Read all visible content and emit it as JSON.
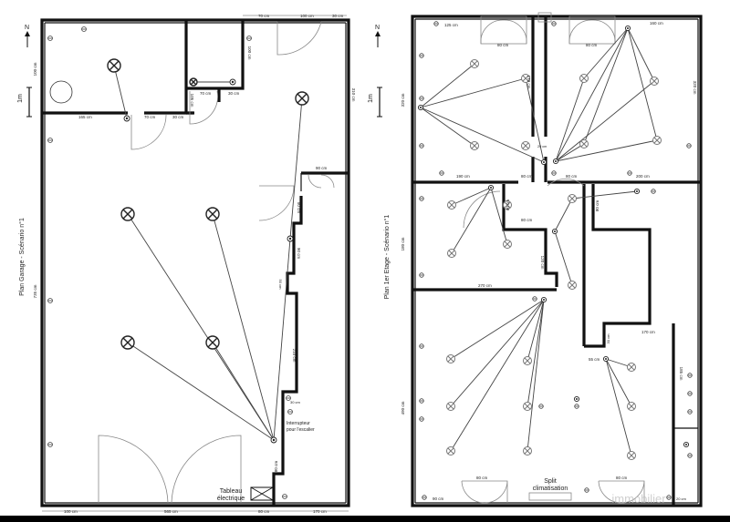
{
  "garage": {
    "title": "Plan Garage - Scénario n°1",
    "north": "N",
    "scale": "1m",
    "dims": {
      "top_70": "70 cm",
      "top_100": "100 cm",
      "top_30": "30 cm",
      "left_100": "100 cm",
      "r165": "165 cm",
      "r70a": "70 cm",
      "r30a": "30 cm",
      "c70": "70 cm",
      "c30": "30 cm",
      "v100": "100 cm",
      "v105": "105 cm",
      "right_310": "310 cm",
      "r90": "90 cm",
      "v80": "80 cm",
      "v90": "90 cm",
      "v50": "50 cm",
      "v210": "210 cm",
      "v30": "30 cm",
      "v80b": "80 cm",
      "left_735": "735 cm",
      "bot_100": "100 cm",
      "bot_565": "565 cm",
      "bot_80": "80 cm",
      "bot_170": "170 cm"
    },
    "labels": {
      "interrupteur": [
        "Interrupteur",
        "pour l'escalier"
      ],
      "tableau": [
        "Tableau",
        "électrique"
      ]
    }
  },
  "etage": {
    "title": "Plan 1er Etage - Scénario n°1",
    "north": "N",
    "scale": "1m",
    "dims": {
      "d125": "125 cm",
      "d80a": "80 cm",
      "d80b": "80 cm",
      "d160": "160 cm",
      "v320a": "320 cm",
      "v170": "170 cm",
      "v320b": "320 cm",
      "v20": "20 cm",
      "d190": "190 cm",
      "d80c": "80 cm",
      "d80d": "80 cm",
      "d200": "200 cm",
      "v80a": "80 cm",
      "d80e": "80 cm",
      "v80b": "80 cm",
      "v180": "180 cm",
      "v120": "120 cm",
      "d270": "270 cm",
      "v30": "30 cm",
      "d170": "170 cm",
      "d55": "55 cm",
      "v490": "490 cm",
      "v185": "185 cm",
      "d90": "90 cm",
      "d80f": "80 cm",
      "d80g": "80 cm",
      "d20": "20 cm"
    },
    "labels": {
      "split": [
        "Split",
        "climatisation"
      ],
      "watermark": "immobilier"
    }
  }
}
